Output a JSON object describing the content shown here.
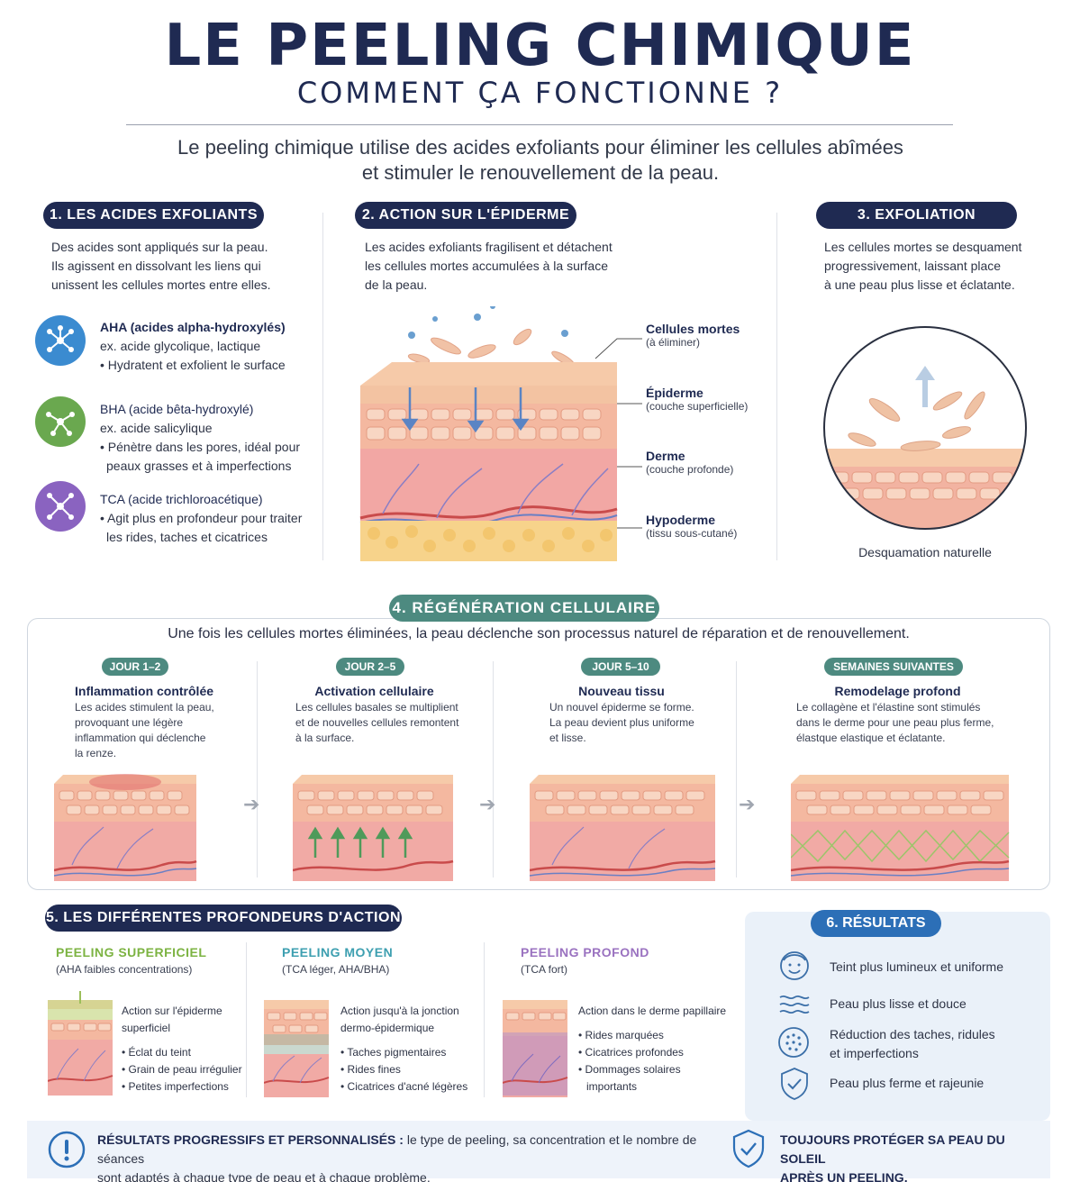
{
  "header": {
    "title": "LE PEELING CHIMIQUE",
    "subtitle": "COMMENT ÇA FONCTIONNE ?",
    "intro_line1": "Le peeling chimique utilise des acides exfoliants pour éliminer les cellules abîmées",
    "intro_line2": "et stimuler le renouvellement de la peau."
  },
  "section1": {
    "title": "1. LES ACIDES EXFOLIANTS",
    "desc_line1": "Des acides sont appliqués sur la peau.",
    "desc_line2": "Ils agissent en dissolvant les liens qui",
    "desc_line3": "unissent les cellules mortes entre elles.",
    "acids": [
      {
        "name": "AHA (acides alpha-hydroxylés)",
        "line1": "ex. acide glycolique, lactique",
        "line2": "• Hydratent et exfolient le surface",
        "line3": "",
        "color": "#3b8bd0"
      },
      {
        "name": "BHA (acide bêta-hydroxylé)",
        "line1": "ex. acide salicylique",
        "line2": "• Pénètre dans les pores, idéal pour",
        "line3": "peaux grasses et à imperfections",
        "color": "#6aa84f"
      },
      {
        "name": "TCA (acide trichloroacétique)",
        "line1": "• Agit plus en profondeur pour traiter",
        "line2": "les rides, taches et cicatrices",
        "line3": "",
        "color": "#8a63c0"
      }
    ]
  },
  "section2": {
    "title": "2. ACTION SUR L'ÉPIDERME",
    "desc_line1": "Les acides exfoliants fragilisent et détachent",
    "desc_line2": "les cellules mortes accumulées à la surface",
    "desc_line3": "de la peau.",
    "labels": [
      {
        "name": "Cellules mortes",
        "sub": "(à éliminer)"
      },
      {
        "name": "Épiderme",
        "sub": "(couche superficielle)"
      },
      {
        "name": "Derme",
        "sub": "(couche profonde)"
      },
      {
        "name": "Hypoderme",
        "sub": "(tissu sous-cutané)"
      }
    ]
  },
  "section3": {
    "title": "3. EXFOLIATION",
    "desc_line1": "Les cellules mortes se desquament",
    "desc_line2": "progressivement, laissant place",
    "desc_line3": "à une peau plus lisse et éclatante.",
    "caption": "Desquamation naturelle"
  },
  "section4": {
    "title": "4. RÉGÉNÉRATION CELLULAIRE",
    "intro": "Une fois les cellules mortes éliminées, la peau déclenche son processus naturel de réparation et de renouvellement.",
    "steps": [
      {
        "badge": "JOUR 1–2",
        "name": "Inflammation contrôlée",
        "l1": "Les acides stimulent la peau,",
        "l2": "provoquant une légère",
        "l3": "inflammation qui déclenche",
        "l4": "la renze."
      },
      {
        "badge": "JOUR 2–5",
        "name": "Activation cellulaire",
        "l1": "Les cellules basales se multiplient",
        "l2": "et de nouvelles cellules remontent",
        "l3": "à la surface.",
        "l4": ""
      },
      {
        "badge": "JOUR 5–10",
        "name": "Nouveau tissu",
        "l1": "Un nouvel épiderme se forme.",
        "l2": "La peau devient plus uniforme",
        "l3": "et lisse.",
        "l4": ""
      },
      {
        "badge": "SEMAINES SUIVANTES",
        "name": "Remodelage profond",
        "l1": "Le collagène et l'élastine sont stimulés",
        "l2": "dans le derme pour une peau plus ferme,",
        "l3": "élastque elastique et éclatante.",
        "l4": ""
      }
    ]
  },
  "section5": {
    "title": "5. LES DIFFÉRENTES PROFONDEURS D'ACTION",
    "depths": [
      {
        "name": "PEELING SUPERFICIEL",
        "sub": "(AHA faibles concentrations)",
        "action1": "Action sur l'épiderme",
        "action2": "superficiel",
        "b1": "• Éclat du teint",
        "b2": "• Grain de peau irrégulier",
        "b3": "• Petites imperfections",
        "color": "#7cb342"
      },
      {
        "name": "PEELING MOYEN",
        "sub": "(TCA léger, AHA/BHA)",
        "action1": "Action jusqu'à la jonction",
        "action2": "dermo-épidermique",
        "b1": "• Taches pigmentaires",
        "b2": "• Rides fines",
        "b3": "• Cicatrices d'acné légères",
        "color": "#3d9fb0"
      },
      {
        "name": "PEELING PROFOND",
        "sub": "(TCA fort)",
        "action1": "Action dans le derme papillaire",
        "action2": "",
        "b1": "• Rides marquées",
        "b2": "• Cicatrices profondes",
        "b3": "• Dommages solaires",
        "b4": "importants",
        "color": "#9a72c0"
      }
    ]
  },
  "section6": {
    "title": "6. RÉSULTATS",
    "items": [
      {
        "icon": "face-icon",
        "l1": "Teint plus lumineux et uniforme",
        "l2": ""
      },
      {
        "icon": "waves-icon",
        "l1": "Peau plus lisse et douce",
        "l2": ""
      },
      {
        "icon": "dots-circle-icon",
        "l1": "Réduction des taches, ridules",
        "l2": "et imperfections"
      },
      {
        "icon": "shield-check-icon",
        "l1": "Peau plus ferme et rajeunie",
        "l2": ""
      }
    ]
  },
  "footer": {
    "left_bold": "RÉSULTATS PROGRESSIFS ET PERSONNALISÉS :",
    "left_rest": " le type de peeling, sa concentration et le nombre de séances",
    "left_line2": "sont adaptés à chaque type de peau et à chaque problème.",
    "right_line1": "TOUJOURS PROTÉGER SA PEAU DU SOLEIL",
    "right_line2": "APRÈS UN PEELING."
  },
  "colors": {
    "navy": "#1f2a52",
    "teal": "#4d8a80",
    "blue": "#2c6fb7",
    "skin": "#f2b9a4",
    "fat": "#f5d38a"
  }
}
